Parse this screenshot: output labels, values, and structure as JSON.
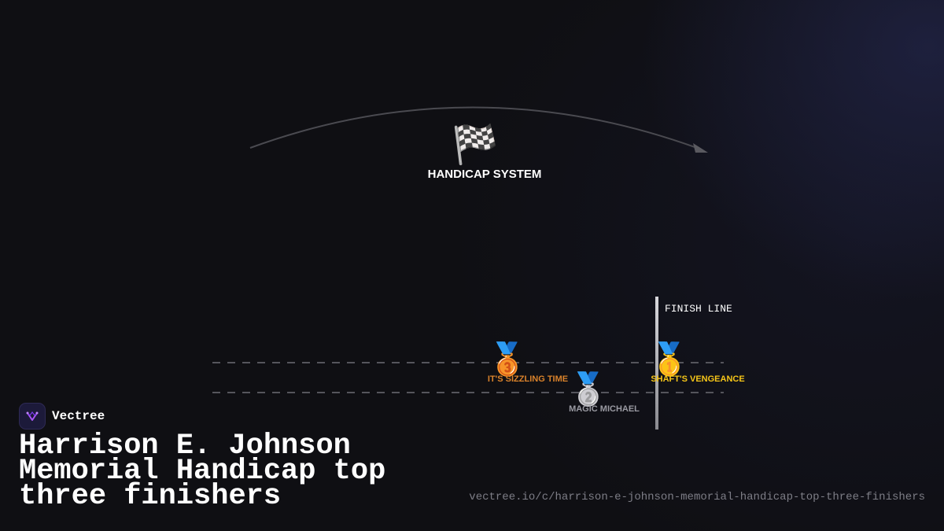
{
  "diagram": {
    "top_label": "HANDICAP SYSTEM",
    "top_icon": "checkered-flag-icon",
    "top_icon_glyph": "🏁",
    "finish_label": "FINISH LINE",
    "medal_glyphs": {
      "gold": "🥇",
      "silver": "🥈",
      "bronze": "🥉"
    },
    "finishers": [
      {
        "place": 1,
        "name": "SHAFT'S VENGEANCE",
        "medal": "gold",
        "color": "#f5c518"
      },
      {
        "place": 2,
        "name": "MAGIC MICHAEL",
        "medal": "silver",
        "color": "#9a9aa2"
      },
      {
        "place": 3,
        "name": "IT'S SIZZLING TIME",
        "medal": "bronze",
        "color": "#d9822b"
      }
    ]
  },
  "brand": {
    "name": "Vectree",
    "logo_icon": "vectree-logo-icon"
  },
  "title": "Harrison E. Johnson Memorial Handicap top three finishers",
  "url": "vectree.io/c/harrison-e-johnson-memorial-handicap-top-three-finishers"
}
